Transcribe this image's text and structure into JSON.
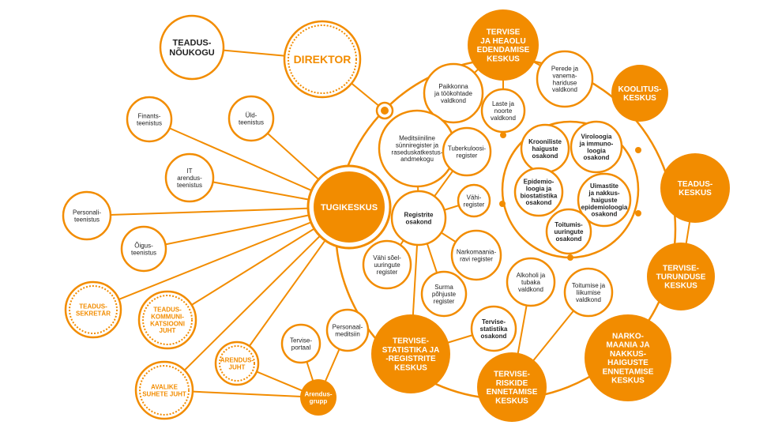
{
  "colors": {
    "accent": "#f28c00",
    "fill": "#f28c00",
    "text_on_fill": "#ffffff",
    "text_dark": "#222222",
    "background": "#ffffff"
  },
  "nodes": {
    "teadusnoukogu": {
      "lines": [
        "TEADUS-",
        "NÕUKOGU"
      ]
    },
    "direktor": {
      "lines": [
        "DIREKTOR"
      ]
    },
    "tervise_heaolu": {
      "lines": [
        "TERVISE",
        "JA HEAOLU",
        "EDENDAMISE",
        "KESKUS"
      ]
    },
    "koolitus": {
      "lines": [
        "KOOLITUS-",
        "KESKUS"
      ]
    },
    "teadus": {
      "lines": [
        "TEADUS-",
        "KESKUS"
      ]
    },
    "turundus": {
      "lines": [
        "TERVISE-",
        "TURUNDUSE",
        "KESKUS"
      ]
    },
    "narko": {
      "lines": [
        "NARKO-",
        "MAANIA JA",
        "NAKKUS-",
        "HAIGUSTE",
        "ENNETAMISE",
        "KESKUS"
      ]
    },
    "riskide": {
      "lines": [
        "TERVISE-",
        "RISKIDE",
        "ENNETAMISE",
        "KESKUS"
      ]
    },
    "statistika_keskus": {
      "lines": [
        "TERVISE-",
        "STATISTIKA JA",
        "-REGISTRITE",
        "KESKUS"
      ]
    },
    "tugikeskus": {
      "lines": [
        "TUGIKESKUS"
      ]
    },
    "arendusgrupp": {
      "lines": [
        "Arendus-",
        "grupp"
      ]
    },
    "finants": {
      "lines": [
        "Finants-",
        "teenistus"
      ]
    },
    "uld": {
      "lines": [
        "Üld-",
        "teenistus"
      ]
    },
    "it": {
      "lines": [
        "IT",
        "arendus-",
        "teenistus"
      ]
    },
    "personali": {
      "lines": [
        "Personali-",
        "teenistus"
      ]
    },
    "oigus": {
      "lines": [
        "Õigus-",
        "teenistus"
      ]
    },
    "teadussekretar": {
      "lines": [
        "TEADUS-",
        "SEKRETÄR"
      ]
    },
    "kommunikatsioon": {
      "lines": [
        "TEADUS-",
        "KOMMUNI-",
        "KATSIOONI",
        "JUHT"
      ]
    },
    "avalike": {
      "lines": [
        "AVALIKE",
        "SUHETE JUHT"
      ]
    },
    "arendusjuht": {
      "lines": [
        "ARENDUS-",
        "JUHT"
      ]
    },
    "tervise_portaal": {
      "lines": [
        "Tervise-",
        "portaal"
      ]
    },
    "personaalmeditsiin": {
      "lines": [
        "Personaal-",
        "meditsiin"
      ]
    },
    "paikkonna": {
      "lines": [
        "Paikkonna",
        "ja töökohtade",
        "valdkond"
      ]
    },
    "laste": {
      "lines": [
        "Laste ja",
        "noorte",
        "valdkond"
      ]
    },
    "perede": {
      "lines": [
        "Perede ja",
        "vanema-",
        "hariduse",
        "valdkond"
      ]
    },
    "meditsiiniline": {
      "lines": [
        "Meditsiiniline",
        "sünniregister ja",
        "raseduskatkestus-",
        "andmekogu"
      ]
    },
    "tuberkuloosi": {
      "lines": [
        "Tuberkuloosi-",
        "register"
      ]
    },
    "registrite_osakond": {
      "lines": [
        "Registrite",
        "osakond"
      ]
    },
    "vahi": {
      "lines": [
        "Vähi-",
        "register"
      ]
    },
    "narkomaania_ravi": {
      "lines": [
        "Narkomaania-",
        "ravi register"
      ]
    },
    "vahi_soel": {
      "lines": [
        "Vähi sõel-",
        "uuringute",
        "register"
      ]
    },
    "surma": {
      "lines": [
        "Surma",
        "põhjuste",
        "register"
      ]
    },
    "tervisestatistika_osakond": {
      "lines": [
        "Tervise-",
        "statistika",
        "osakond"
      ]
    },
    "kroonilised": {
      "lines": [
        "Krooniliste",
        "haiguste",
        "osakond"
      ]
    },
    "viroloogia": {
      "lines": [
        "Viroloogia",
        "ja immuno-",
        "loogia",
        "osakond"
      ]
    },
    "epidemio": {
      "lines": [
        "Epidemio-",
        "loogia ja",
        "biostatistika",
        "osakond"
      ]
    },
    "uimastite": {
      "lines": [
        "Uimastite",
        "ja nakkus-",
        "haiguste",
        "epidemioloogia",
        "osakond"
      ]
    },
    "toitumis": {
      "lines": [
        "Toitumis-",
        "uuringute",
        "osakond"
      ]
    },
    "alkoholi": {
      "lines": [
        "Alkoholi ja",
        "tubaka",
        "valdkond"
      ]
    },
    "toitumise": {
      "lines": [
        "Toitumise ja",
        "liikumise",
        "valdkond"
      ]
    }
  }
}
